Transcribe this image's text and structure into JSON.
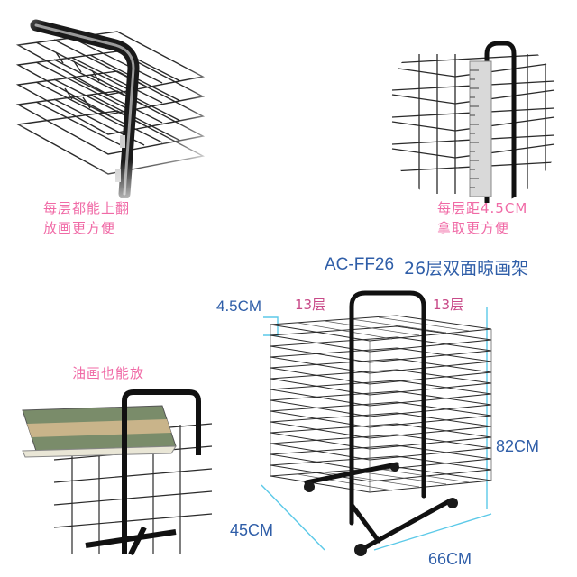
{
  "panels": {
    "top_left": {
      "caption_line1": "每层都能上翻",
      "caption_line2": "放画更方便"
    },
    "top_right": {
      "caption_line1": "每层距4.5CM",
      "caption_line2": "拿取更方便"
    },
    "bottom_left": {
      "caption": "油画也能放"
    }
  },
  "product": {
    "model": "AC-FF26",
    "name": "26层双面晾画架"
  },
  "dimensions": {
    "spacing": "4.5CM",
    "height": "82CM",
    "depth": "45CM",
    "width": "66CM",
    "layers_left": "13层",
    "layers_right": "13层"
  },
  "colors": {
    "pink_caption": "#f06aa6",
    "blue_text": "#2f5ea8",
    "guide_line": "#5bc9e8",
    "metal": "#1a1a1a"
  }
}
